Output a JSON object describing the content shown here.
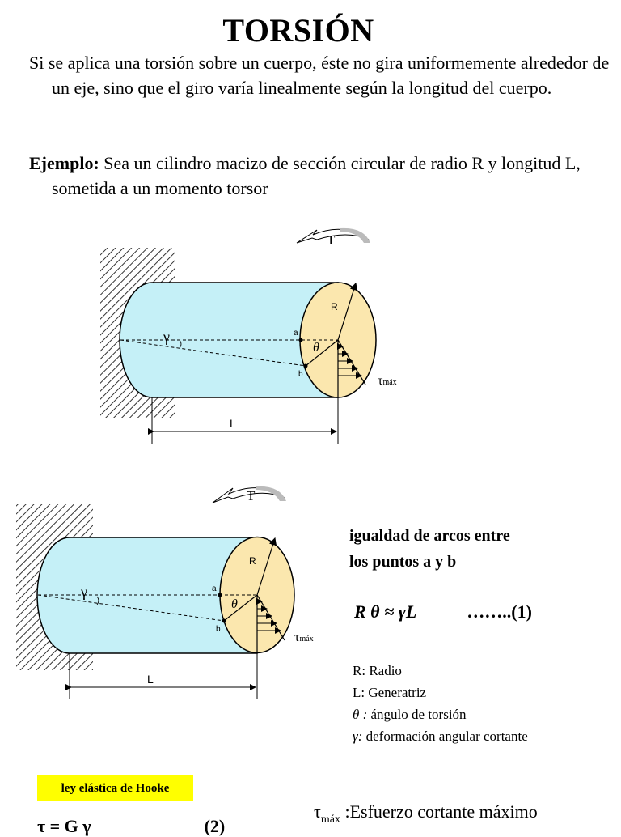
{
  "title": "TORSIÓN",
  "intro": "Si se aplica una torsión sobre un cuerpo, éste no gira uniformemente alrededor de un eje, sino que el giro varía linealmente según la longitud del cuerpo.",
  "example": {
    "label": "Ejemplo:",
    "text": " Sea un cilindro macizo de sección circular de radio R y longitud L, sometida a un momento torsor"
  },
  "diagram_labels": {
    "torque": "T",
    "radius": "R",
    "point_a": "a",
    "point_b": "b",
    "gamma": "γ",
    "theta": "θ",
    "tau": "τ",
    "tau_sub": "máx",
    "length": "L"
  },
  "caption": {
    "line1": "igualdad de arcos entre",
    "line2": "los puntos a y b"
  },
  "equation1": {
    "formula": "R θ ≈ γL",
    "number": "……..(1)"
  },
  "legend": [
    {
      "symbol": "R:",
      "text": " Radio"
    },
    {
      "symbol": "L:",
      "text": " Generatriz"
    },
    {
      "symbol": "θ :",
      "text": " ángulo de torsión"
    },
    {
      "symbol": "γ:",
      "text": " deformación angular cortante"
    }
  ],
  "hooke_label": "ley elástica de Hooke",
  "hooke_equation": {
    "formula": "τ    = G γ",
    "number": "(2)"
  },
  "tau_note": {
    "symbol": "τ",
    "sub": "máx",
    "text": " :Esfuerzo cortante máximo"
  },
  "colors": {
    "cylinder_fill": "#c5f0f7",
    "end_face_fill": "#fbe7ae",
    "highlight": "#ffff00"
  }
}
